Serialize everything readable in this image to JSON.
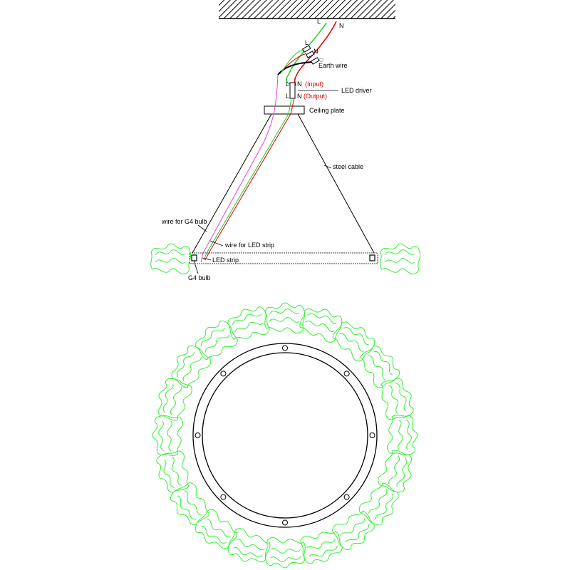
{
  "labels": {
    "l_top": "L",
    "n_top": "N",
    "l_conn": "L",
    "n_conn": "N",
    "earth_wire": "Earth wire",
    "driver_l_in": "L",
    "driver_n_in": "N",
    "input": "(Input)",
    "driver_l_out": "L",
    "driver_n_out": "N",
    "output": "(Output)",
    "led_driver": "LED driver",
    "ceiling_plate": "Ceiling plate",
    "steel_cable": "steel cable",
    "wire_g4": "wire for G4 bulb",
    "wire_led": "wire for LED strip",
    "led_strip": "LED strip",
    "g4_bulb": "G4 bulb"
  },
  "colors": {
    "live": "#22cc22",
    "neutral": "#e00000",
    "earth": "#000000",
    "g4_wire": "#dd44dd",
    "shade": "#33ee33"
  },
  "ring": {
    "holes": 8,
    "shades": 20
  }
}
